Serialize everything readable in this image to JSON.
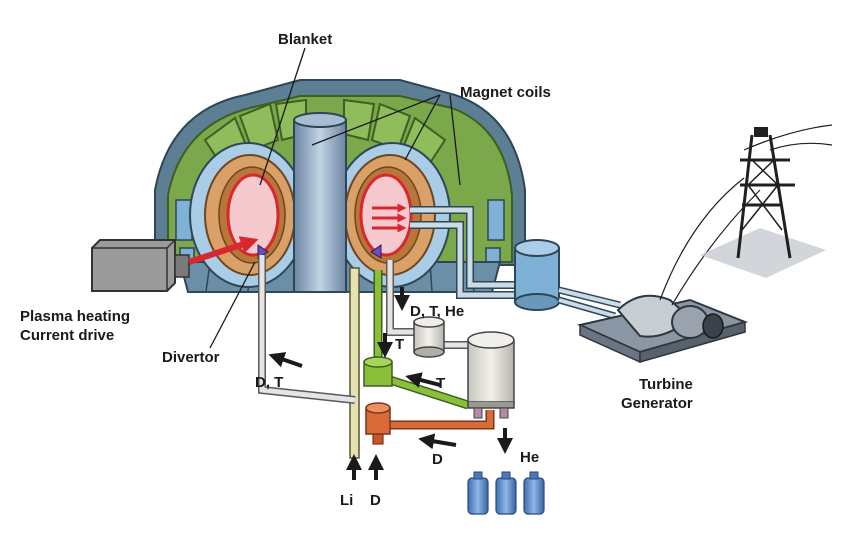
{
  "labels": {
    "blanket": "Blanket",
    "magnet_coils": "Magnet coils",
    "plasma_heating": "Plasma heating",
    "current_drive": "Current drive",
    "divertor": "Divertor",
    "d_t_he": "D, T, He",
    "t_upper": "T",
    "t_right": "T",
    "d_t_left": "D, T",
    "d_lower": "D",
    "he": "He",
    "li": "Li",
    "d_bottom": "D",
    "turbine": "Turbine",
    "generator": "Generator"
  },
  "colors": {
    "outer_shell": "#6b8fa6",
    "coil_blue": "#7fb0d6",
    "coil_green": "#7aa84a",
    "blanket_tan": "#d9a067",
    "plasma_pink": "#f6c9cf",
    "plasma_red": "#d9272e",
    "central_column": "#8fa7c0",
    "heating_box": "#9b9b9b",
    "coolant_tube": "#c9dce8",
    "li_tube": "#e6e1b0",
    "t_line": "#8bbf3a",
    "d_line": "#d96b3a",
    "helium_tank": "#5f8ec9",
    "turbine_body": "#c8cdd3",
    "tower": "#1f1f1f"
  },
  "icons": [
    "arrow-icon",
    "helium-canister-icon",
    "transmission-tower-icon",
    "turbine-icon"
  ]
}
